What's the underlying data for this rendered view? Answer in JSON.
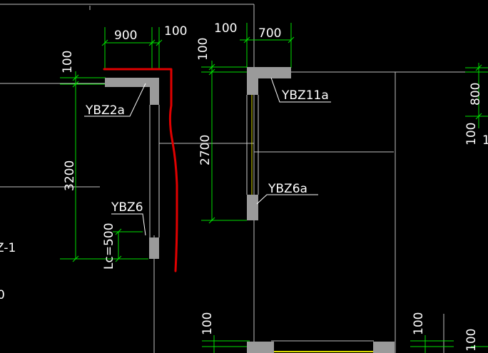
{
  "colors": {
    "background": "#000000",
    "dimension_line": "#00e000",
    "grid_line": "#bfbfbf",
    "wall_fill": "#9a9a9a",
    "markup": "#e00000",
    "text": "#ffffff",
    "yellow_line": "#d8d800"
  },
  "dimensions": {
    "d900": "900",
    "d100_top_left": "100",
    "d100_top_mid": "100",
    "d700": "700",
    "d100_left_vert": "100",
    "d100_mid_vert": "100",
    "d3200": "3200",
    "d2700": "2700",
    "lc500": "Lc=500",
    "d800": "800",
    "d100_right": "100",
    "d100_bottom_left": "100",
    "d100_bottom_mid": "100",
    "d100_bottom_right": "100"
  },
  "labels": {
    "ybz2a": "YBZ2a",
    "ybz11a": "YBZ11a",
    "ybz6a": "YBZ6a",
    "ybz6": "YBZ6",
    "partial_left": "Z-1",
    "partial_left2": "0",
    "partial_right": "1"
  }
}
